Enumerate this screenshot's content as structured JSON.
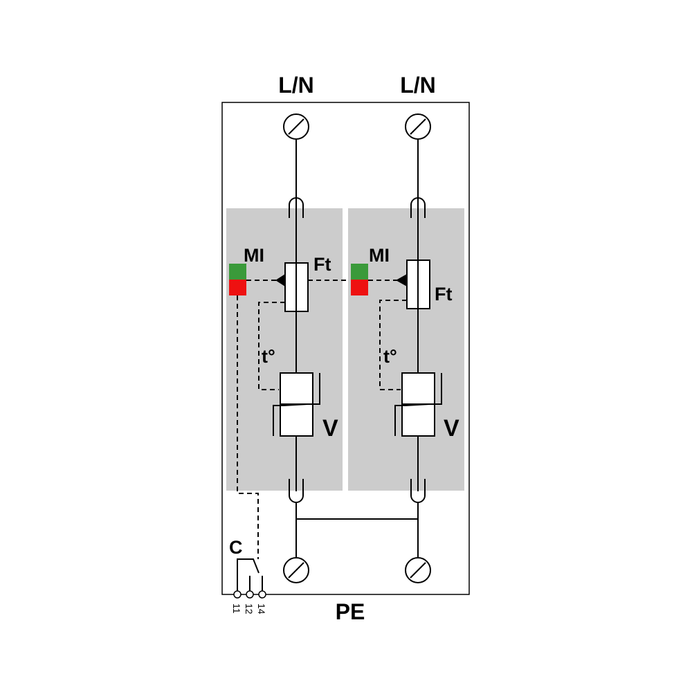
{
  "labels": {
    "top_left": "L/N",
    "top_right": "L/N",
    "bottom": "PE",
    "contact": "C"
  },
  "modules": [
    {
      "indicator": "MI",
      "fuse": "Ft",
      "thermal": "t°",
      "varistor": "V"
    },
    {
      "indicator": "MI",
      "fuse": "Ft",
      "thermal": "t°",
      "varistor": "V"
    }
  ],
  "contact_terminals": [
    "11",
    "12",
    "14"
  ],
  "colors": {
    "module_fill": "#cccccc",
    "indicator_ok": "#3a9a3a",
    "indicator_fault": "#ee1111",
    "line": "#000000"
  }
}
